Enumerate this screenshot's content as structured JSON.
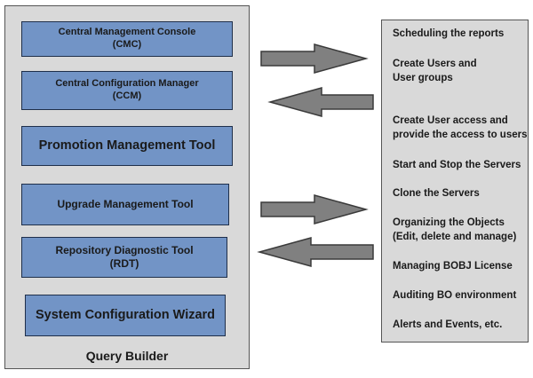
{
  "left_panel": {
    "tools": [
      {
        "label": "Central Management Console\n(CMC)"
      },
      {
        "label": "Central Configuration Manager\n(CCM)"
      },
      {
        "label": "Promotion Management Tool"
      },
      {
        "label": "Upgrade Management Tool"
      },
      {
        "label": "Repository Diagnostic Tool\n(RDT)"
      },
      {
        "label": "System Configuration Wizard"
      }
    ],
    "footer": "Query Builder"
  },
  "right_panel": {
    "tasks": [
      {
        "label": "Scheduling the reports"
      },
      {
        "label": "Create Users and\nUser groups"
      },
      {
        "label": "Create User access and\nprovide the access to users"
      },
      {
        "label": "Start and Stop the Servers"
      },
      {
        "label": "Clone the Servers"
      },
      {
        "label": "Organizing the Objects\n(Edit, delete and manage)"
      },
      {
        "label": "Managing BOBJ License"
      },
      {
        "label": "Auditing BO environment"
      },
      {
        "label": "Alerts and Events, etc."
      }
    ]
  },
  "colors": {
    "tool_box_fill": "#7294c6",
    "panel_fill": "#d9d9d9",
    "arrow_fill": "#808080"
  }
}
